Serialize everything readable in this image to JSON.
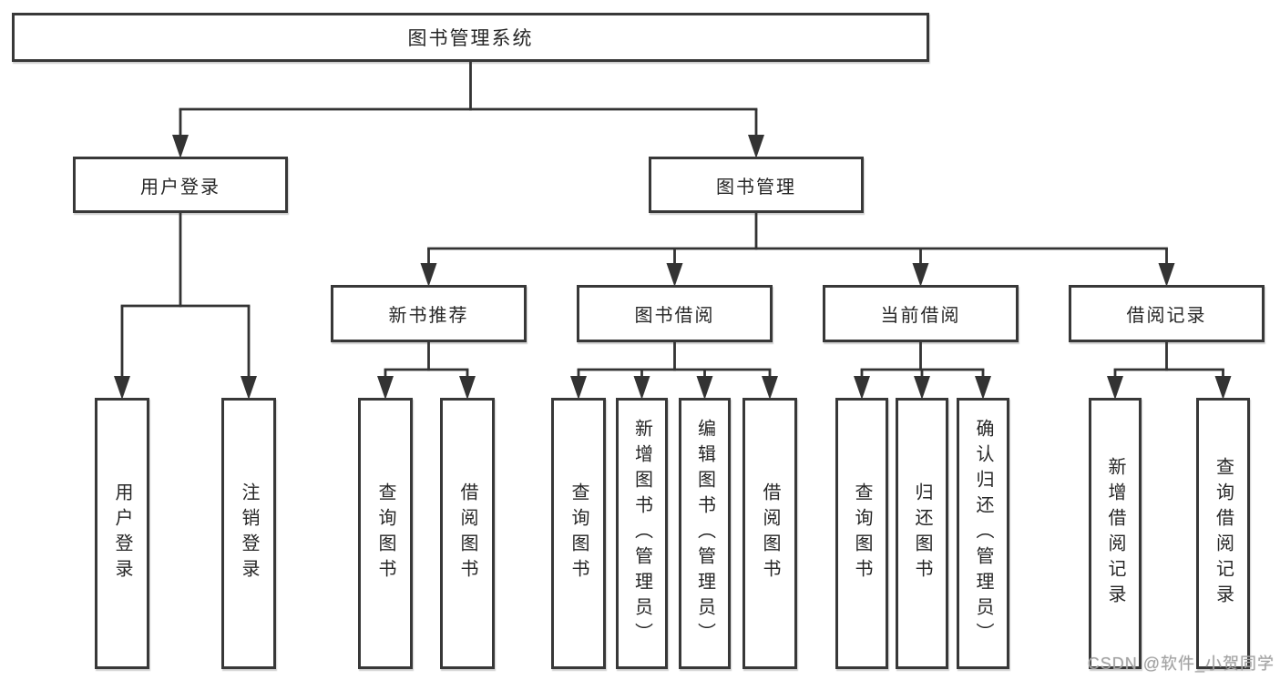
{
  "diagram": {
    "title": "图书管理系统",
    "nodes": [
      {
        "id": "root",
        "label": "图书管理系统",
        "parent": null
      },
      {
        "id": "user-login",
        "label": "用户登录",
        "parent": "root"
      },
      {
        "id": "book-mgmt",
        "label": "图书管理",
        "parent": "root"
      },
      {
        "id": "new-book-recommend",
        "label": "新书推荐",
        "parent": "book-mgmt"
      },
      {
        "id": "book-borrow",
        "label": "图书借阅",
        "parent": "book-mgmt"
      },
      {
        "id": "current-borrow",
        "label": "当前借阅",
        "parent": "book-mgmt"
      },
      {
        "id": "borrow-records",
        "label": "借阅记录",
        "parent": "book-mgmt"
      },
      {
        "id": "leaf-user-login",
        "label": "用户登录",
        "parent": "user-login"
      },
      {
        "id": "leaf-logout",
        "label": "注销登录",
        "parent": "user-login"
      },
      {
        "id": "leaf-query-book-1",
        "label": "查询图书",
        "parent": "new-book-recommend"
      },
      {
        "id": "leaf-borrow-book-1",
        "label": "借阅图书",
        "parent": "new-book-recommend"
      },
      {
        "id": "leaf-query-book-2",
        "label": "查询图书",
        "parent": "book-borrow"
      },
      {
        "id": "leaf-add-book",
        "label": "新增图书（管理员）",
        "parent": "book-borrow"
      },
      {
        "id": "leaf-edit-book",
        "label": "编辑图书（管理员）",
        "parent": "book-borrow"
      },
      {
        "id": "leaf-borrow-book-2",
        "label": "借阅图书",
        "parent": "book-borrow"
      },
      {
        "id": "leaf-query-book-3",
        "label": "查询图书",
        "parent": "current-borrow"
      },
      {
        "id": "leaf-return-book",
        "label": "归还图书",
        "parent": "current-borrow"
      },
      {
        "id": "leaf-confirm-return",
        "label": "确认归还（管理员）",
        "parent": "current-borrow"
      },
      {
        "id": "leaf-add-borrow-record",
        "label": "新增借阅记录",
        "parent": "borrow-records"
      },
      {
        "id": "leaf-query-borrow-record",
        "label": "查询借阅记录",
        "parent": "borrow-records"
      }
    ],
    "watermark": "CSDN @软件_小贺同学",
    "colors": {
      "line": "#333333",
      "box_border": "#383838",
      "box_fill": "#ffffff",
      "text": "#262626",
      "watermark": "#a3a3a3",
      "background": "#ffffff"
    }
  }
}
